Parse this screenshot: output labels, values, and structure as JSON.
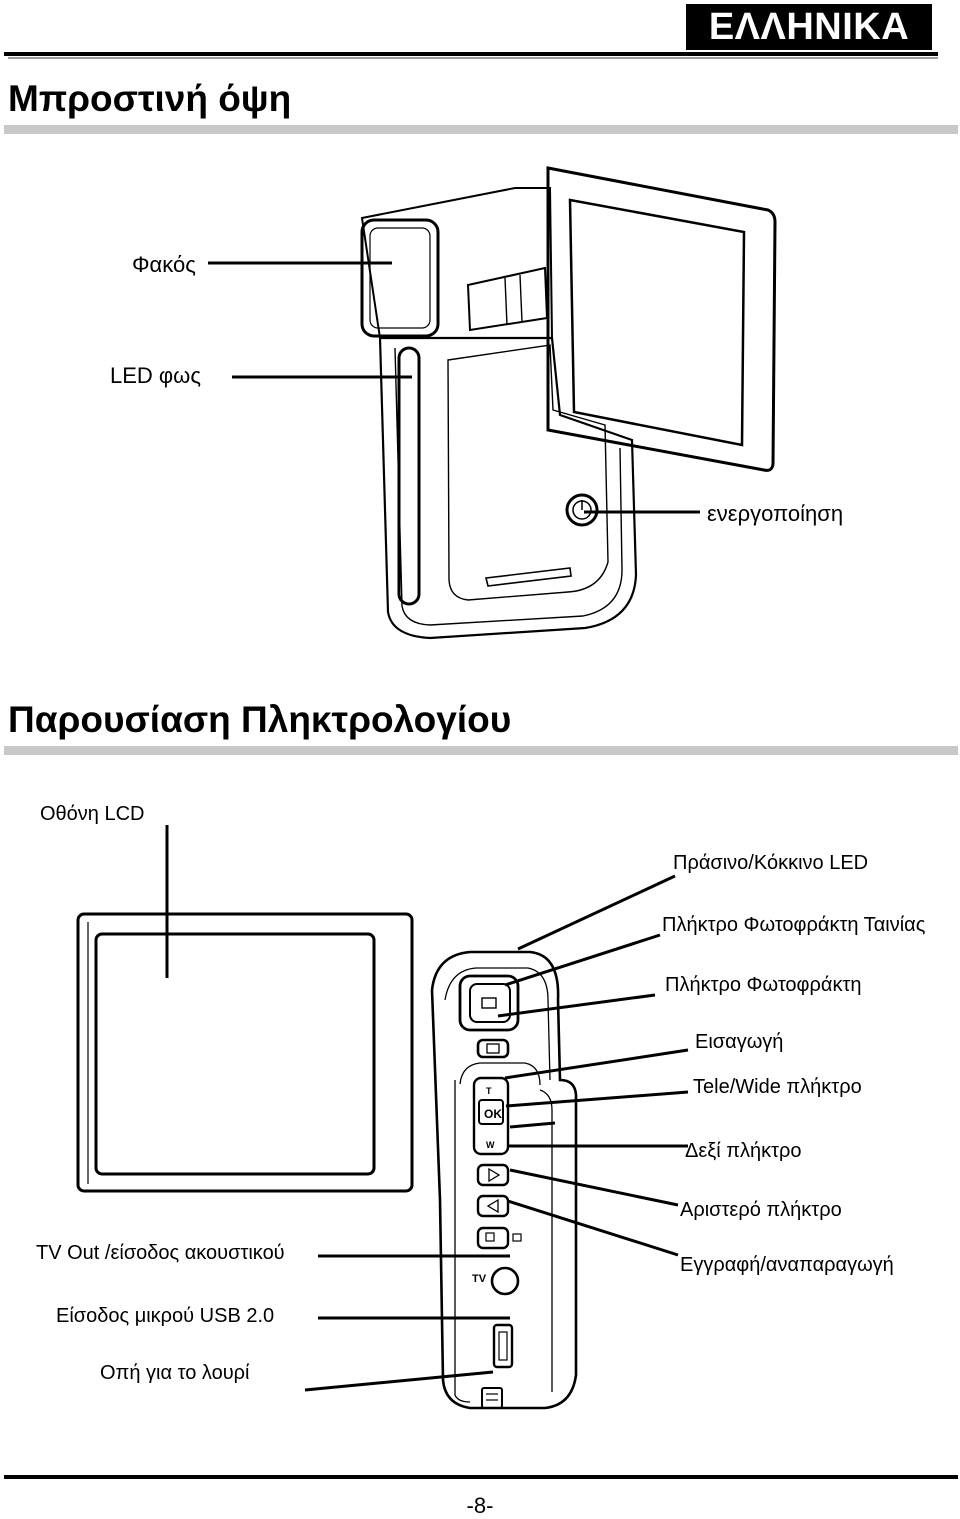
{
  "header": {
    "language_tag": "ΕΛΛΗΝΙΚΑ"
  },
  "front_view": {
    "title": "Μπροστινή όψη",
    "labels": {
      "lens": "Φακός",
      "led_light": "LED  φως",
      "power": "ενεργοποίηση"
    }
  },
  "keypad": {
    "title": "Παρουσίαση Πληκτρολογίου",
    "labels": {
      "lcd": "Οθόνη LCD",
      "green_red_led": "Πράσινο/Κόκκινο LED",
      "movie_shutter": "Πλήκτρο Φωτοφράκτη Ταινίας",
      "shutter": "Πλήκτρο Φωτοφράκτη",
      "enter": "Εισαγωγή",
      "tele_wide": "Tele/Wide πλήκτρο",
      "right": "Δεξί πλήκτρο",
      "left": "Αριστερό πλήκτρο",
      "tv_out": "TV Out /είσοδος ακουστικού",
      "record_play": "Εγγραφή/αναπαραγωγή",
      "usb": "Είσοδος μικρού USB 2.0",
      "strap": "Οπή για το λουρί"
    },
    "button_marks": {
      "ok": "OK",
      "tele": "T",
      "wide": "W",
      "tv": "TV"
    }
  },
  "footer": {
    "page_number": "-8-"
  }
}
